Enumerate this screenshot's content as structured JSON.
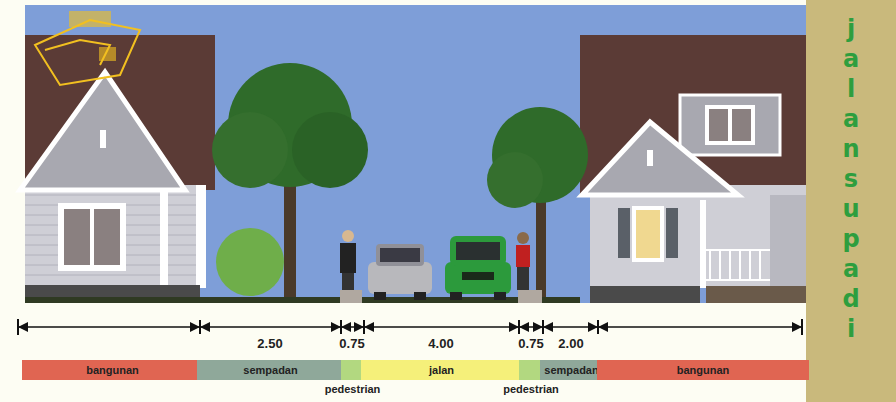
{
  "diagram": {
    "title": "jalan supadi",
    "nodes": [
      {
        "text": [
          "bangunan"
        ]
      },
      {
        "text": [
          "sempadan"
        ]
      },
      {
        "text": [
          "pedestrian"
        ]
      },
      {
        "text": [
          "jalan"
        ]
      },
      {
        "text": [
          "pedestrian"
        ]
      },
      {
        "text": [
          "sempadan"
        ]
      },
      {
        "text": [
          "bangunan"
        ]
      }
    ],
    "labels": [
      "2.50",
      "0.75",
      "4.00",
      "0.75",
      "2.00"
    ]
  }
}
